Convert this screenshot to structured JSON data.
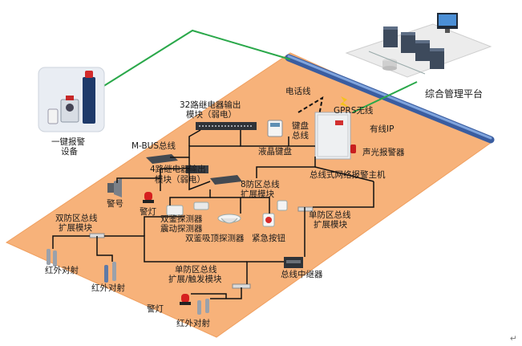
{
  "labels": {
    "one_key_alarm": "一键报警",
    "one_key_alarm_2": "设备",
    "management_platform": "综合管理平台",
    "phone_line": "电话线",
    "gprs": "GPRS无线",
    "wired_ip": "有线IP",
    "relay32_line1": "32路继电器输出",
    "relay32_line2": "模块（弱电）",
    "keyboard_bus_1": "键盘",
    "keyboard_bus_2": "总线",
    "lcd_keyboard": "液晶键盘",
    "sound_light_alarm": "声光报警器",
    "mbus": "M-BUS总线",
    "relay4_line1": "4路继电器输出",
    "relay4_line2": "模块（弱电）",
    "zone8_line1": "8防区总线",
    "zone8_line2": "扩展模块",
    "network_host": "总线式网络报警主机",
    "horn": "警号",
    "alarm_lamp_1": "警灯",
    "dual_detector": "双鉴探测器",
    "vibration_detector": "震动探测器",
    "ceiling_detector": "双鉴吸顶探测器",
    "emergency_button": "紧急按钮",
    "single_zone_line1": "单防区总线",
    "single_zone_line2": "扩展模块",
    "dual_zone_line1": "双防区总线",
    "dual_zone_line2": "扩展模块",
    "ir_beam_1": "红外对射",
    "ir_beam_2": "红外对射",
    "ir_beam_3": "红外对射",
    "trigger_line1": "单防区总线",
    "trigger_line2": "扩展/触发模块",
    "bus_repeater": "总线中继器",
    "alarm_lamp_2": "警灯",
    "return_mark": "↵"
  },
  "colors": {
    "floor": "#f7b27a",
    "floor_edge": "#f0a060",
    "bus_line": "#111111",
    "green_link": "#2aa84a",
    "pipe": "#4a6fb0",
    "platform_base": "#e8e8e8"
  }
}
